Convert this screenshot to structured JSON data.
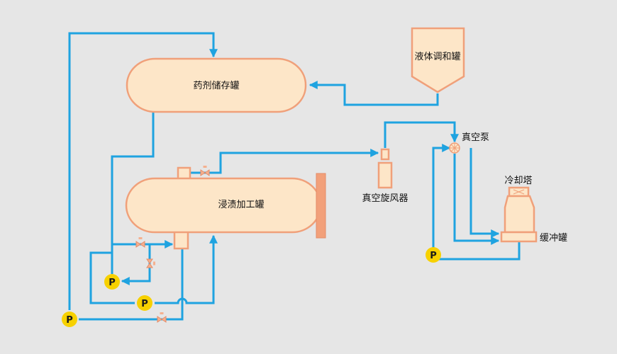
{
  "labels": {
    "storage_tank": "药剂储存罐",
    "mixing_tank": "液体调和罐",
    "impregnation_tank": "浸渍加工罐",
    "vacuum_cyclone": "真空旋风器",
    "vacuum_pump": "真空泵",
    "cooling_tower": "冷却塔",
    "buffer_tank": "缓冲罐"
  },
  "pump_label": "P",
  "colors": {
    "background": "#e6e6e6",
    "pipe": "#1fa3e0",
    "vessel_fill": "#fde6c8",
    "vessel_stroke": "#f0a07a",
    "pump": "#f7d100",
    "flange": "#f2a07a"
  }
}
